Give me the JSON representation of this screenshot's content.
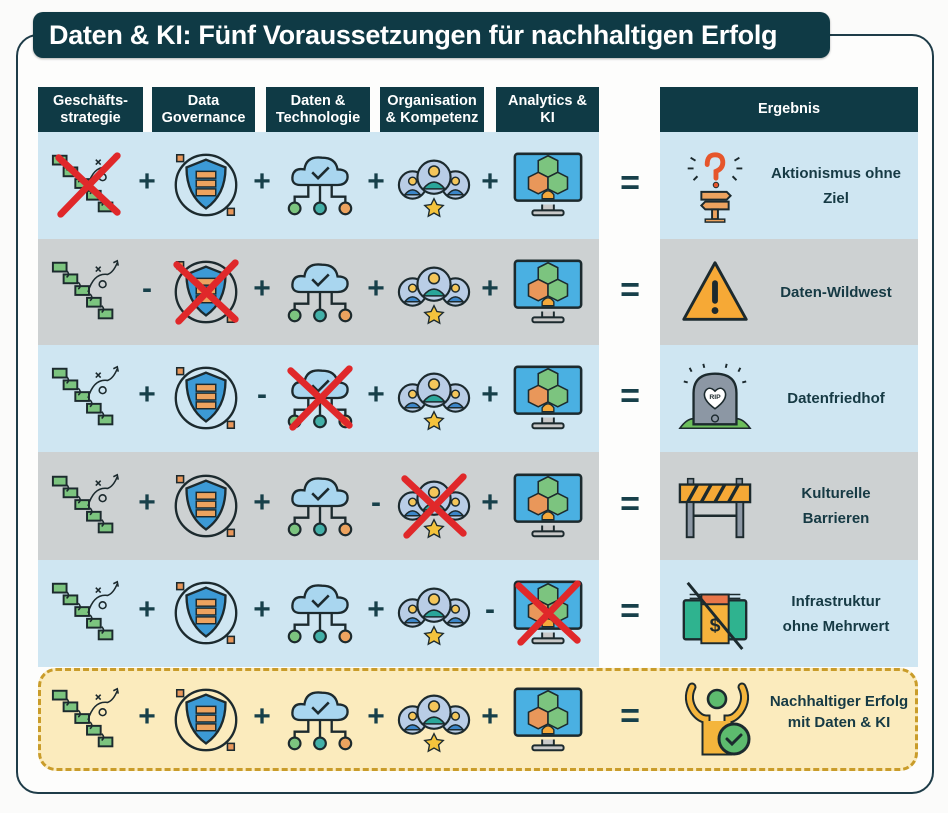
{
  "title": "Daten & KI: Fünf Voraussetzungen für nachhaltigen Erfolg",
  "columns": [
    {
      "label": "Geschäfts-\nstrategie",
      "icon": "strategy-staircase-icon"
    },
    {
      "label": "Data\nGovernance",
      "icon": "shield-server-icon"
    },
    {
      "label": "Daten &\nTechnologie",
      "icon": "cloud-network-icon"
    },
    {
      "label": "Organisation\n& Kompetenz",
      "icon": "team-star-icon"
    },
    {
      "label": "Analytics &\nKI",
      "icon": "monitor-cubes-icon"
    }
  ],
  "result_header": "Ergebnis",
  "rows": [
    {
      "missing": 0,
      "operators": [
        "+",
        "+",
        "+",
        "+"
      ],
      "equals": "=",
      "result": "Aktionismus ohne\nZiel",
      "result_icon": "signpost-question-icon"
    },
    {
      "missing": 1,
      "operators": [
        "-",
        "+",
        "+",
        "+"
      ],
      "equals": "=",
      "result": "Daten-Wildwest",
      "result_icon": "warning-triangle-icon"
    },
    {
      "missing": 2,
      "operators": [
        "+",
        "-",
        "+",
        "+"
      ],
      "equals": "=",
      "result": "Datenfriedhof",
      "result_icon": "gravestone-rip-icon"
    },
    {
      "missing": 3,
      "operators": [
        "+",
        "+",
        "-",
        "+"
      ],
      "equals": "=",
      "result": "Kulturelle\nBarrieren",
      "result_icon": "barrier-icon"
    },
    {
      "missing": 4,
      "operators": [
        "+",
        "+",
        "+",
        "-"
      ],
      "equals": "=",
      "result": "Infrastruktur\nohne Mehrwert",
      "result_icon": "money-crossed-icon"
    }
  ],
  "success_row": {
    "operators": [
      "+",
      "+",
      "+",
      "+"
    ],
    "equals": "=",
    "result": "Nachhaltiger Erfolg\nmit Daten & KI",
    "result_icon": "person-success-check-icon"
  },
  "colors": {
    "header_bg": "#0f3a45",
    "row_blue": "#cfe6f2",
    "row_gray": "#cdd1d2",
    "success_bg": "#fbebbd",
    "success_border": "#c99c2a",
    "cross_red": "#e0282a"
  }
}
